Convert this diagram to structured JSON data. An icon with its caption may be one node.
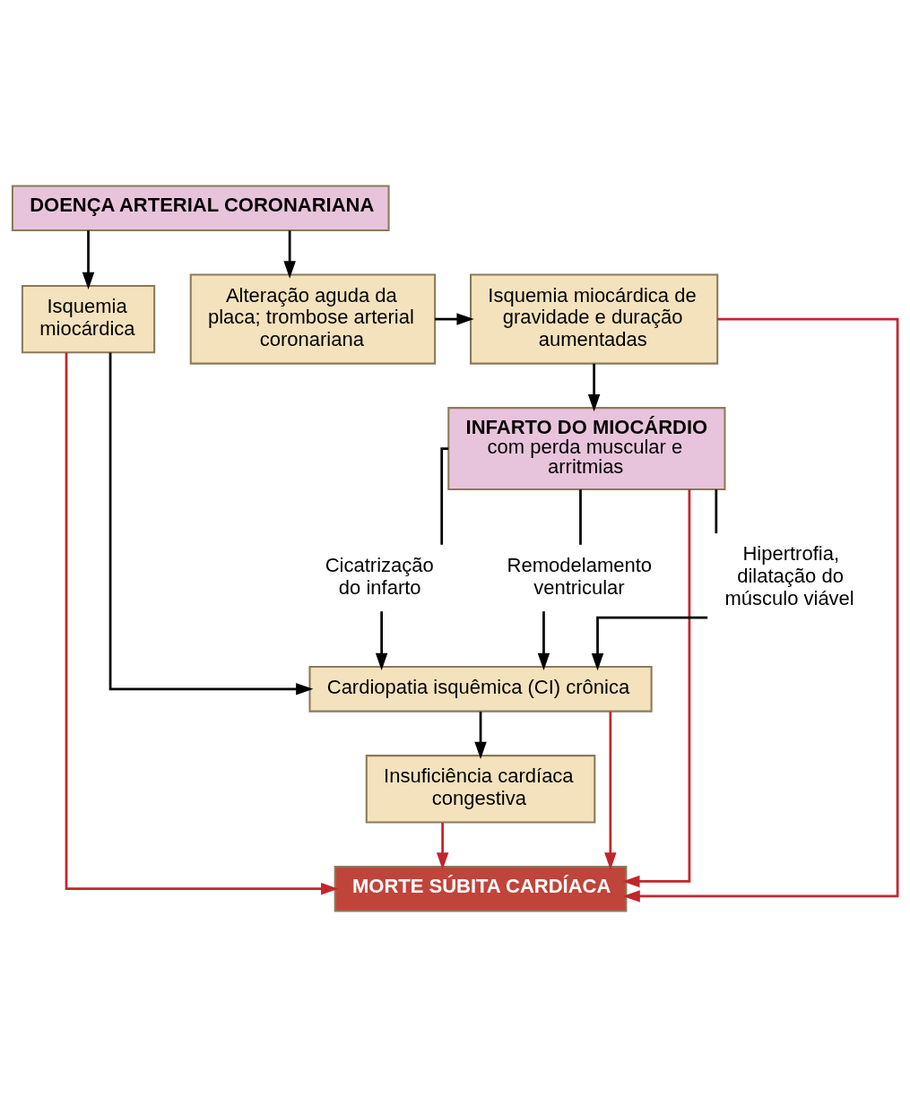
{
  "diagram": {
    "nodes": [
      {
        "text": [
          "DOENÇA ARTERIAL CORONARIANA"
        ]
      },
      {
        "text": [
          "Isquemia miocárdica"
        ]
      },
      {
        "text": [
          "Alteração aguda da placa; trombose arterial coronariana"
        ]
      },
      {
        "text": [
          "Isquemia miocárdica de gravidade e duração aumentadas"
        ]
      },
      {
        "text": [
          "INFARTO DO MIOCÁRDIO",
          "com perda muscular e arritmias"
        ]
      },
      {
        "text": [
          "Cicatrização do infarto"
        ]
      },
      {
        "text": [
          "Remodelamento ventricular"
        ]
      },
      {
        "text": [
          "Hipertrofia, dilatação do músculo viável"
        ]
      },
      {
        "text": [
          "Cardiopatia isquêmica (CI) crônica"
        ]
      },
      {
        "text": [
          "Insuficiência cardíaca congestiva"
        ]
      },
      {
        "text": [
          "MORTE SÚBITA CARDÍACA"
        ]
      }
    ],
    "edges": [
      {
        "from": 0,
        "to": 1,
        "arrow": "to"
      },
      {
        "from": 0,
        "to": 2,
        "arrow": "to"
      },
      {
        "from": 2,
        "to": 3,
        "arrow": "to"
      },
      {
        "from": 3,
        "to": 4,
        "arrow": "to"
      },
      {
        "from": 4,
        "to": 5,
        "arrow": "none"
      },
      {
        "from": 4,
        "to": 6,
        "arrow": "none"
      },
      {
        "from": 4,
        "to": 7,
        "arrow": "none"
      },
      {
        "from": 5,
        "to": 8,
        "arrow": "to"
      },
      {
        "from": 6,
        "to": 8,
        "arrow": "to"
      },
      {
        "from": 7,
        "to": 8,
        "arrow": "to"
      },
      {
        "from": 1,
        "to": 8,
        "arrow": "to"
      },
      {
        "from": 8,
        "to": 9,
        "arrow": "to"
      },
      {
        "from": 1,
        "to": 10,
        "arrow": "to",
        "color": "#c0272d"
      },
      {
        "from": 9,
        "to": 10,
        "arrow": "to",
        "color": "#c0272d"
      },
      {
        "from": 8,
        "to": 10,
        "arrow": "to",
        "color": "#c0272d"
      },
      {
        "from": 4,
        "to": 10,
        "arrow": "to",
        "color": "#c0272d"
      },
      {
        "from": 3,
        "to": 10,
        "arrow": "to",
        "color": "#c0272d"
      }
    ]
  }
}
